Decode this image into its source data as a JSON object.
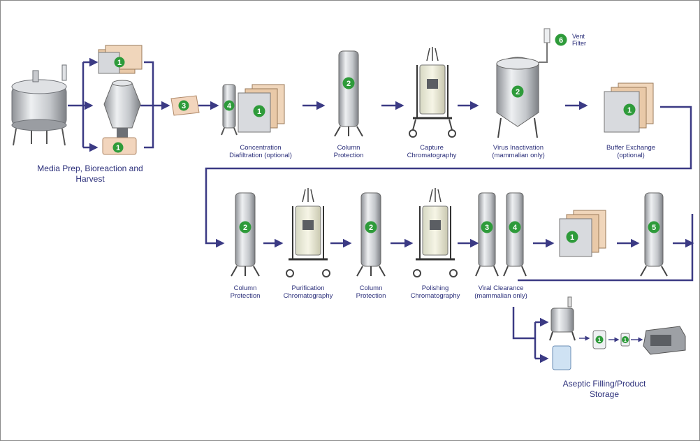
{
  "labels": {
    "media_prep": [
      "Media Prep, Bioreaction and",
      "Harvest"
    ],
    "concentration": [
      "Concentration",
      "Diafiltration (optional)"
    ],
    "column_protection_1": [
      "Column",
      "Protection"
    ],
    "capture": [
      "Capture",
      "Chromatography"
    ],
    "virus_inactivation": [
      "Virus Inactivation",
      "(mammalian only)"
    ],
    "buffer_exchange": [
      "Buffer Exchange",
      "(optional)"
    ],
    "column_protection_2": [
      "Column",
      "Protection"
    ],
    "purification": [
      "Purification",
      "Chromatography"
    ],
    "column_protection_3": [
      "Column",
      "Protection"
    ],
    "polishing": [
      "Polishing",
      "Chromatography"
    ],
    "viral_clearance": [
      "Viral Clearance",
      "(mammalian only)"
    ],
    "aseptic": [
      "Aseptic Filling/Product",
      "Storage"
    ],
    "vent_filter": [
      "Vent",
      "Filter"
    ]
  },
  "badges": {
    "harvest_top": "1",
    "harvest_bottom": "1",
    "harvest_out": "3",
    "conc_column": "4",
    "conc_cassette": "1",
    "column_1": "2",
    "virus_tank": "2",
    "vent": "6",
    "buffer_cassette": "1",
    "column_2": "2",
    "column_3": "2",
    "viral_col_a": "3",
    "viral_col_b": "4",
    "cassette_row2": "1",
    "column_5": "5",
    "aseptic_a": "1",
    "aseptic_b": "1"
  },
  "colors": {
    "arrow": "#3b3a84",
    "badge": "#2e9b3a",
    "label": "#2b2f7a",
    "steel": "#b7b9bd",
    "cassette": "#e9c9a8"
  }
}
